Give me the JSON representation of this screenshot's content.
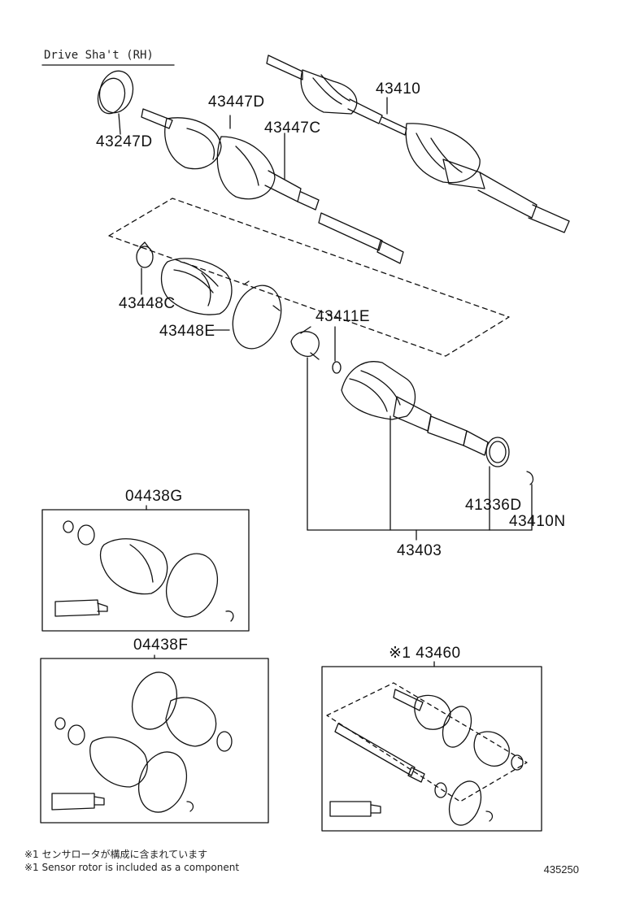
{
  "title": "Drive Sha't (RH)",
  "labels": {
    "p43247D": "43247D",
    "p43447D": "43447D",
    "p43447C": "43447C",
    "p43410": "43410",
    "p43448C": "43448C",
    "p43448E": "43448E",
    "p43411E": "43411E",
    "p04438G": "04438G",
    "p41336D": "41336D",
    "p43410N": "43410N",
    "p43403": "43403",
    "p04438F": "04438F",
    "p43460": "※1 43460"
  },
  "notes": {
    "jp": "※1 センサロータが構成に含まれています",
    "en": "※1 Sensor rotor is included as a component"
  },
  "figure_number": "435250"
}
